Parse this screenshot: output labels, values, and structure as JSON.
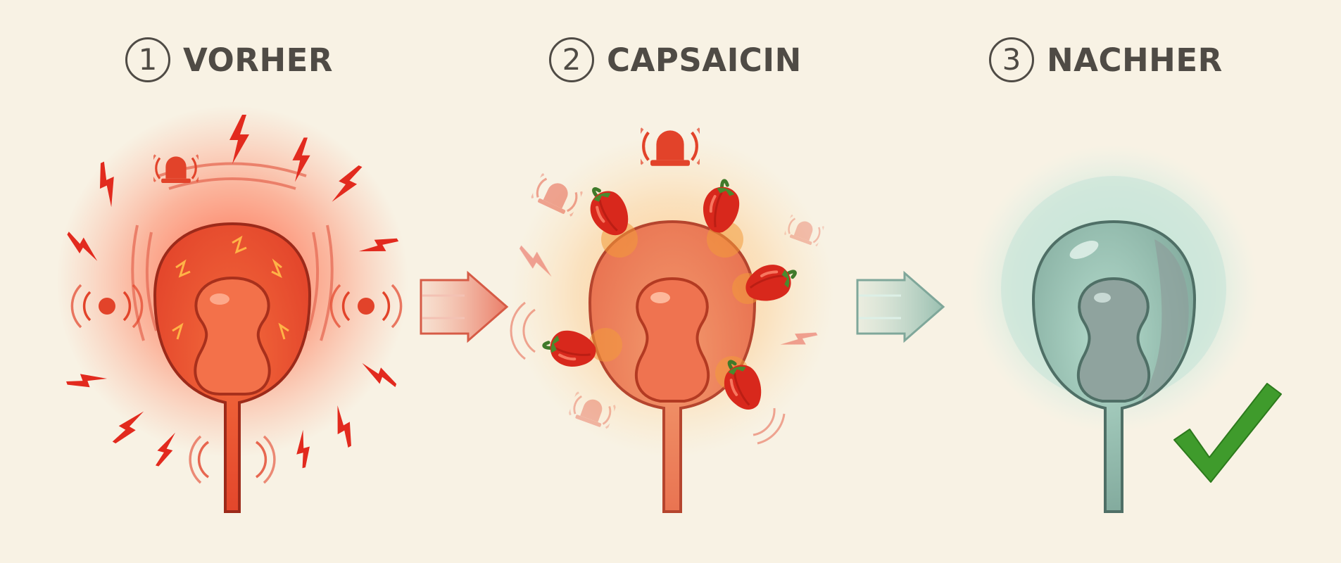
{
  "steps": [
    {
      "number": "1",
      "label": "VORHER"
    },
    {
      "number": "2",
      "label": "CAPSAICIN"
    },
    {
      "number": "3",
      "label": "NACHHER"
    }
  ],
  "colors": {
    "background": "#f8f2e4",
    "irritated": "#e2432a",
    "treated": "#e8704f",
    "calm": "#7fa79a",
    "title": "#4f4b45",
    "check": "#3f9b2c"
  },
  "icons": {
    "step1": [
      "lightning-bolt-icon",
      "alarm-siren-icon",
      "sound-wave-icon"
    ],
    "step2": [
      "chili-pepper-icon",
      "alarm-siren-icon"
    ],
    "step3": [
      "checkmark-icon"
    ]
  }
}
